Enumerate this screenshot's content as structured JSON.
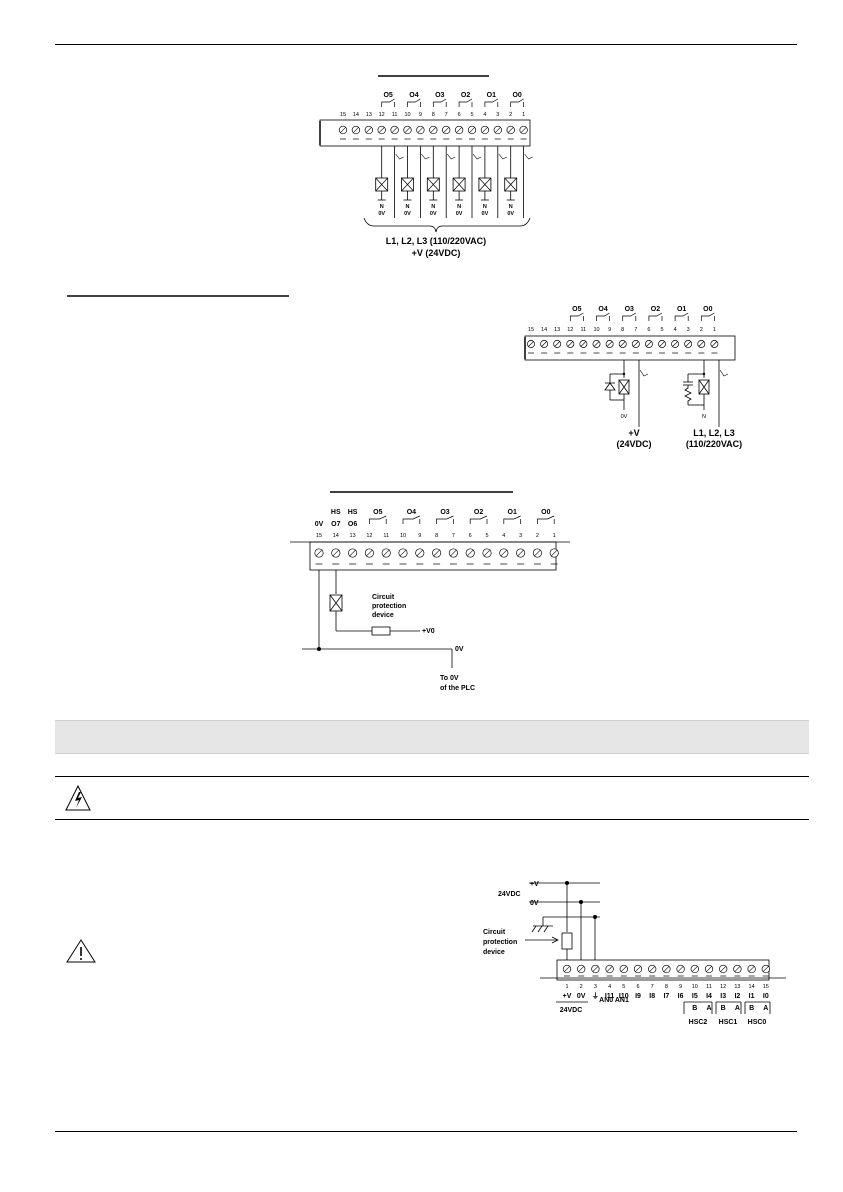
{
  "fig1": {
    "outputs": [
      "O5",
      "O4",
      "O3",
      "O2",
      "O1",
      "O0"
    ],
    "terminals": [
      "15",
      "14",
      "13",
      "12",
      "11",
      "10",
      "9",
      "8",
      "7",
      "6",
      "5",
      "4",
      "3",
      "2",
      "1"
    ],
    "load_n": "N",
    "load_0v": "0V",
    "supply_line1": "L1, L2, L3 (110/220VAC)",
    "supply_line2": "+V (24VDC)"
  },
  "fig2": {
    "outputs": [
      "O5",
      "O4",
      "O3",
      "O2",
      "O1",
      "O0"
    ],
    "terminals": [
      "15",
      "14",
      "13",
      "12",
      "11",
      "10",
      "9",
      "8",
      "7",
      "6",
      "5",
      "4",
      "3",
      "2",
      "1"
    ],
    "ov": "0V",
    "n": "N",
    "dc_label1": "+V",
    "dc_label2": "(24VDC)",
    "ac_label1": "L1, L2, L3",
    "ac_label2": "(110/220VAC)"
  },
  "fig3": {
    "top_labels": [
      "0V",
      "HS",
      "HS",
      "O5",
      "O4",
      "O3",
      "O2",
      "O1",
      "O0"
    ],
    "sub_labels": [
      "O7",
      "O6"
    ],
    "terminals": [
      "15",
      "14",
      "13",
      "12",
      "11",
      "10",
      "9",
      "8",
      "7",
      "6",
      "5",
      "4",
      "3",
      "2",
      "1"
    ],
    "cpd1": "Circuit",
    "cpd2": "protection",
    "cpd3": "device",
    "v0": "+V0",
    "ov": "0V",
    "to0v1": "To 0V",
    "to0v2": "of the PLC"
  },
  "fig4": {
    "plus_v": "+V",
    "vdc": "24VDC",
    "ov": "0V",
    "cpd1": "Circuit",
    "cpd2": "protection",
    "cpd3": "device",
    "terminals": [
      "1",
      "2",
      "3",
      "4",
      "5",
      "6",
      "7",
      "8",
      "9",
      "10",
      "11",
      "12",
      "13",
      "14",
      "15"
    ],
    "inputs": [
      "+V",
      "0V",
      "⏚",
      "I11",
      "I10",
      "I9",
      "I8",
      "I7",
      "I6",
      "I5",
      "I4",
      "I3",
      "I2",
      "I1",
      "I0"
    ],
    "ba": [
      "B",
      "A",
      "B",
      "A",
      "B",
      "A"
    ],
    "group_24": "24VDC",
    "group_an": "AN0 AN1",
    "hsc": [
      "HSC2",
      "HSC1",
      "HSC0"
    ]
  }
}
